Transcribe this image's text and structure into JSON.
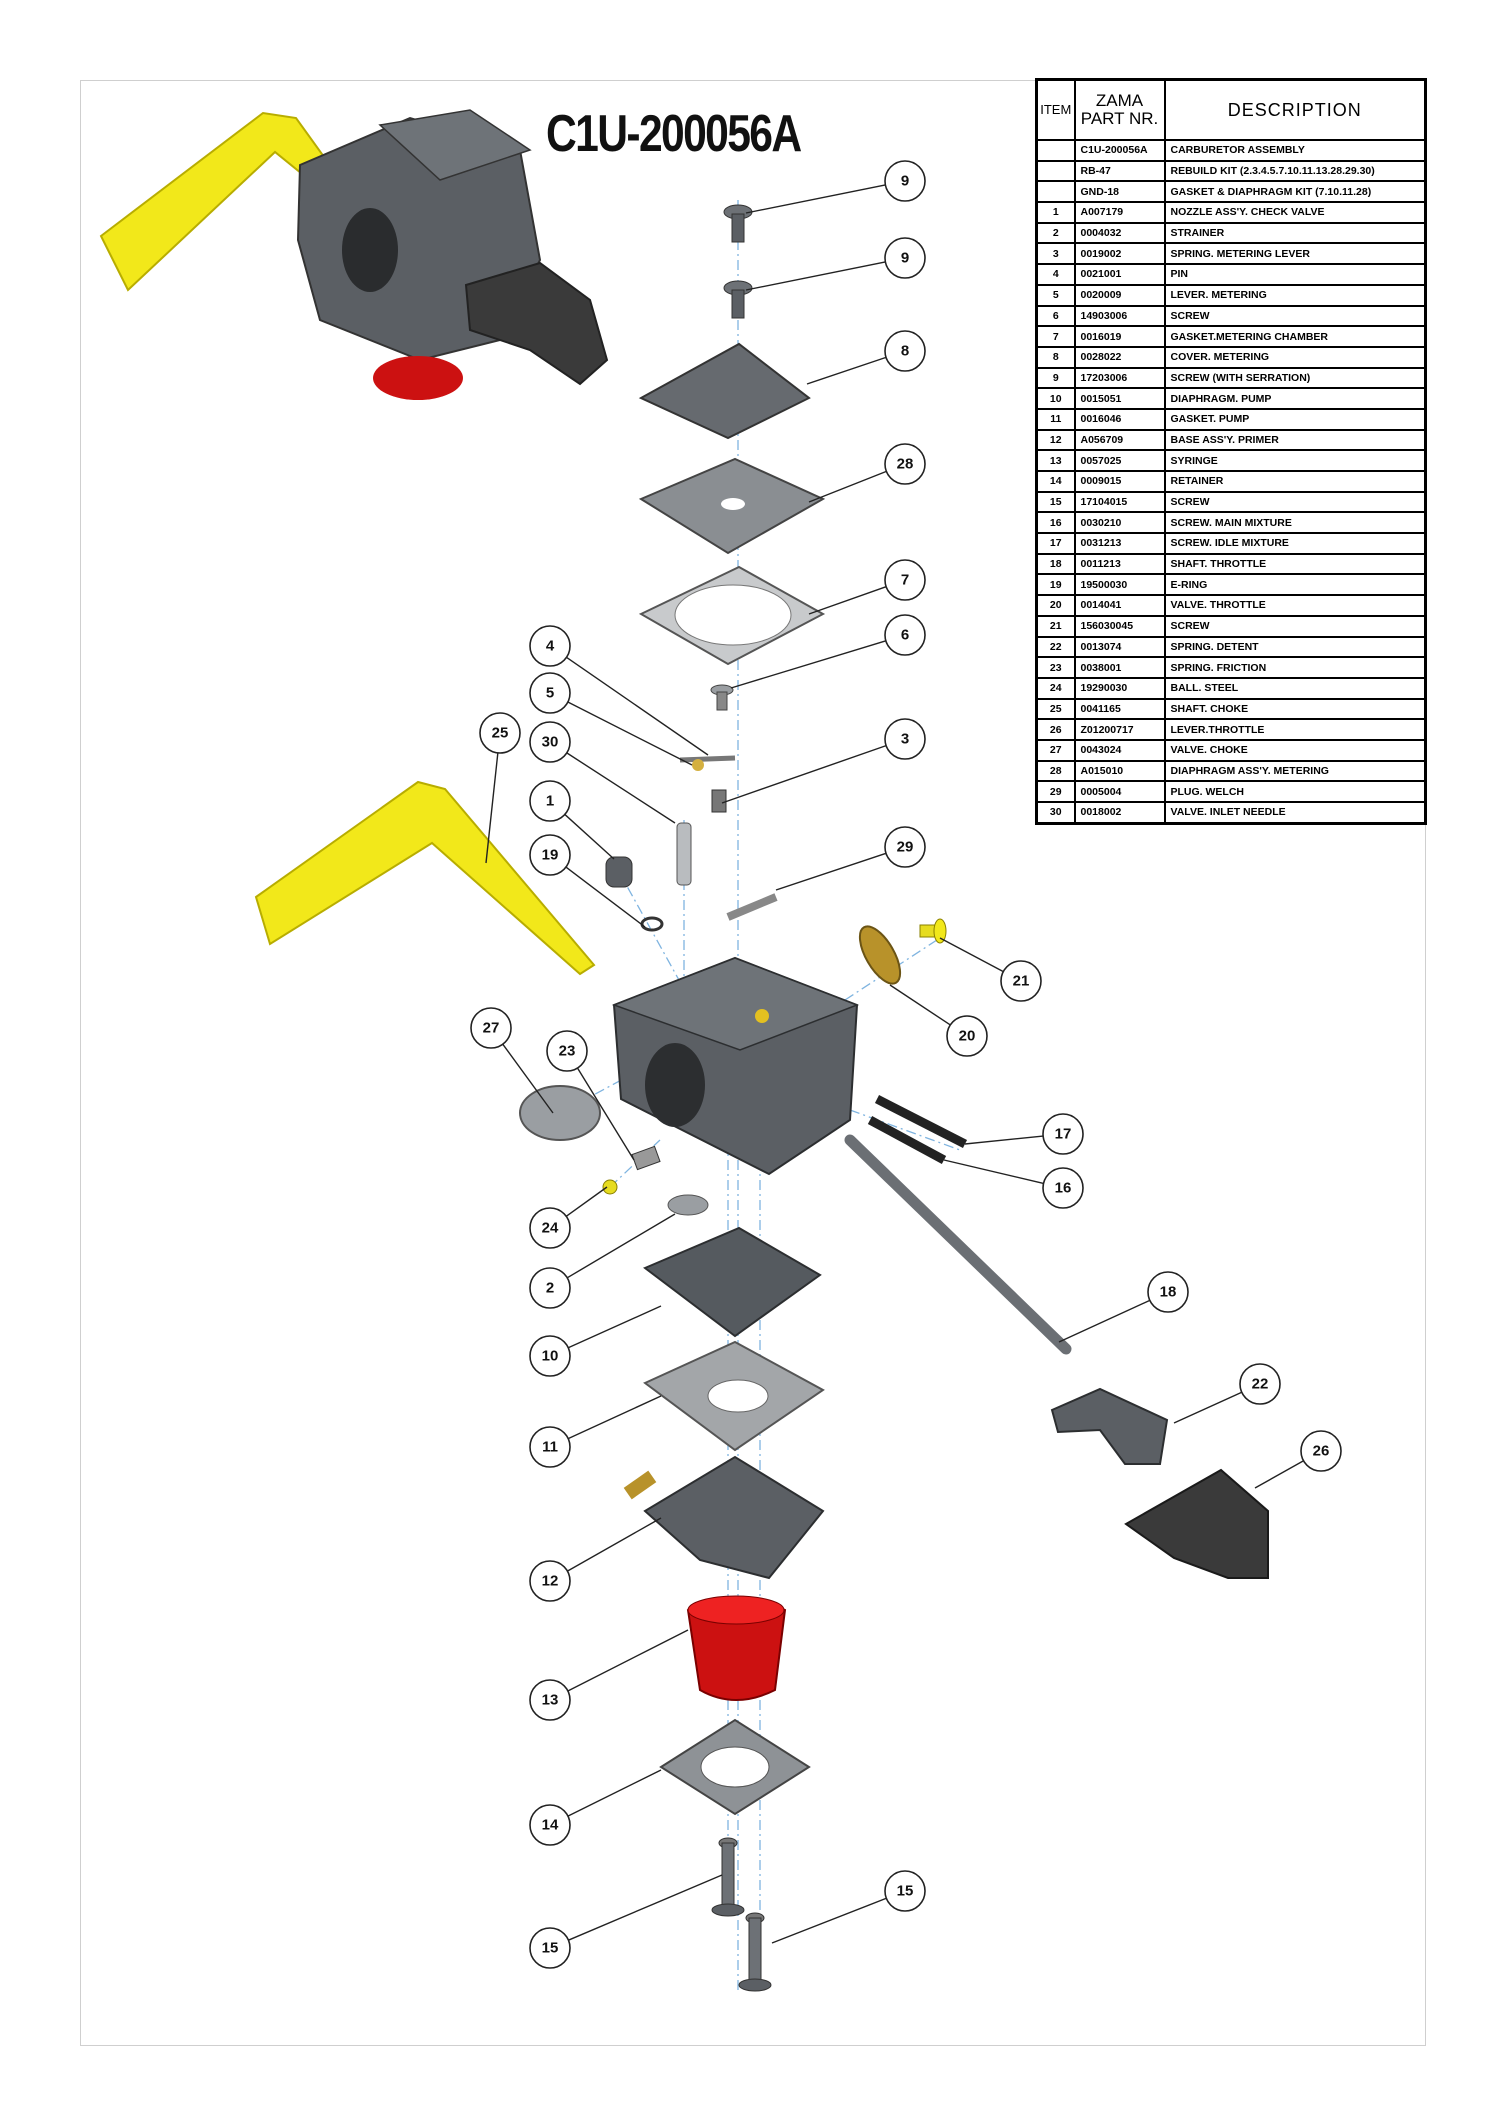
{
  "title": "C1U-200056A",
  "table": {
    "headers": {
      "item": "ITEM",
      "part_line1": "ZAMA",
      "part_line2": "PART NR.",
      "description": "DESCRIPTION"
    },
    "rows": [
      {
        "item": "",
        "part": "C1U-200056A",
        "desc": "CARBURETOR ASSEMBLY"
      },
      {
        "item": "",
        "part": "RB-47",
        "desc": "REBUILD KIT (2.3.4.5.7.10.11.13.28.29.30)"
      },
      {
        "item": "",
        "part": "GND-18",
        "desc": "GASKET & DIAPHRAGM KIT (7.10.11.28)"
      },
      {
        "item": "1",
        "part": "A007179",
        "desc": "NOZZLE ASS'Y. CHECK VALVE"
      },
      {
        "item": "2",
        "part": "0004032",
        "desc": "STRAINER"
      },
      {
        "item": "3",
        "part": "0019002",
        "desc": "SPRING. METERING LEVER"
      },
      {
        "item": "4",
        "part": "0021001",
        "desc": "PIN"
      },
      {
        "item": "5",
        "part": "0020009",
        "desc": "LEVER. METERING"
      },
      {
        "item": "6",
        "part": "14903006",
        "desc": "SCREW"
      },
      {
        "item": "7",
        "part": "0016019",
        "desc": "GASKET.METERING CHAMBER"
      },
      {
        "item": "8",
        "part": "0028022",
        "desc": "COVER. METERING"
      },
      {
        "item": "9",
        "part": "17203006",
        "desc": "SCREW (WITH SERRATION)"
      },
      {
        "item": "10",
        "part": "0015051",
        "desc": "DIAPHRAGM. PUMP"
      },
      {
        "item": "11",
        "part": "0016046",
        "desc": "GASKET. PUMP"
      },
      {
        "item": "12",
        "part": "A056709",
        "desc": "BASE ASS'Y. PRIMER"
      },
      {
        "item": "13",
        "part": "0057025",
        "desc": "SYRINGE"
      },
      {
        "item": "14",
        "part": "0009015",
        "desc": "RETAINER"
      },
      {
        "item": "15",
        "part": "17104015",
        "desc": "SCREW"
      },
      {
        "item": "16",
        "part": "0030210",
        "desc": "SCREW. MAIN MIXTURE"
      },
      {
        "item": "17",
        "part": "0031213",
        "desc": "SCREW. IDLE MIXTURE"
      },
      {
        "item": "18",
        "part": "0011213",
        "desc": "SHAFT. THROTTLE"
      },
      {
        "item": "19",
        "part": "19500030",
        "desc": "E-RING"
      },
      {
        "item": "20",
        "part": "0014041",
        "desc": "VALVE. THROTTLE"
      },
      {
        "item": "21",
        "part": "156030045",
        "desc": "SCREW"
      },
      {
        "item": "22",
        "part": "0013074",
        "desc": "SPRING. DETENT"
      },
      {
        "item": "23",
        "part": "0038001",
        "desc": "SPRING. FRICTION"
      },
      {
        "item": "24",
        "part": "19290030",
        "desc": "BALL. STEEL"
      },
      {
        "item": "25",
        "part": "0041165",
        "desc": "SHAFT. CHOKE"
      },
      {
        "item": "26",
        "part": "Z01200717",
        "desc": "LEVER.THROTTLE"
      },
      {
        "item": "27",
        "part": "0043024",
        "desc": "VALVE. CHOKE"
      },
      {
        "item": "28",
        "part": "A015010",
        "desc": "DIAPHRAGM ASS'Y. METERING"
      },
      {
        "item": "29",
        "part": "0005004",
        "desc": "PLUG. WELCH"
      },
      {
        "item": "30",
        "part": "0018002",
        "desc": "VALVE. INLET NEEDLE"
      }
    ]
  },
  "callouts": [
    "9",
    "9",
    "8",
    "28",
    "7",
    "6",
    "4",
    "5",
    "3",
    "25",
    "30",
    "1",
    "29",
    "19",
    "21",
    "20",
    "27",
    "23",
    "17",
    "16",
    "24",
    "2",
    "18",
    "10",
    "22",
    "26",
    "11",
    "12",
    "13",
    "14",
    "15",
    "15"
  ],
  "colors": {
    "body": "#5b5f64",
    "lever": "#f2e81a",
    "cup": "#cc1111",
    "knob": "#3a3a3a",
    "axis": "#7fb4e0"
  }
}
